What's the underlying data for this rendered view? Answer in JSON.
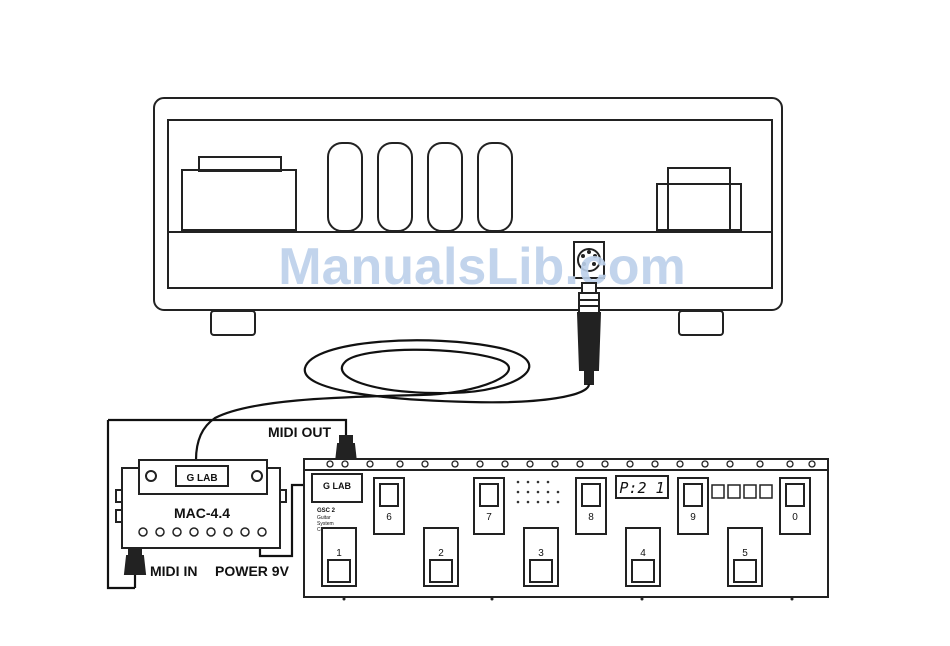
{
  "diagram": {
    "watermark": "ManualsLib.com",
    "labels": {
      "midi_out": "MIDI OUT",
      "midi_in": "MIDI IN",
      "power": "POWER 9V"
    },
    "mac": {
      "brand": "G LAB",
      "model": "MAC-4.4"
    },
    "gsc": {
      "brand": "G LAB",
      "model": "GSC 2",
      "subtitle_lines": [
        "Guitar",
        "System",
        "Controller"
      ],
      "display": "P:2 1",
      "switches_top": [
        "6",
        "7",
        "8",
        "9",
        "0"
      ],
      "switches_bottom": [
        "1",
        "2",
        "3",
        "4",
        "5"
      ]
    }
  }
}
